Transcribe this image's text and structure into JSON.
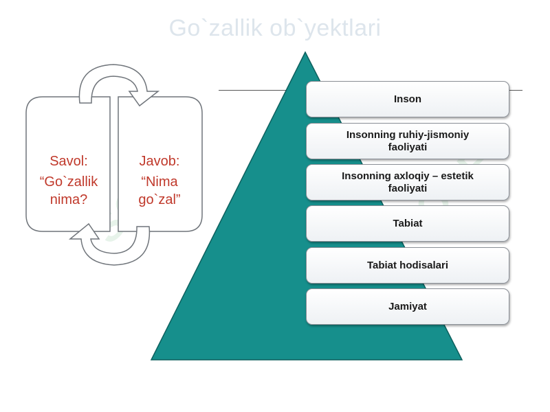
{
  "title": "Go`zallik ob`yektlari",
  "question": {
    "label": "Savol:",
    "lines": [
      "“Go`zallik",
      "nima?"
    ]
  },
  "answer": {
    "label": "Javob:",
    "lines": [
      "“Nima",
      "go`zal”"
    ]
  },
  "pyramid": {
    "fill": "#168f8c",
    "items": [
      {
        "lines": [
          "Inson"
        ]
      },
      {
        "lines": [
          "Insonning ruhiy-jismoniy",
          "faoliyati"
        ]
      },
      {
        "lines": [
          "Insonning axloqiy – estetik",
          "faoliyati"
        ]
      },
      {
        "lines": [
          "Tabiat"
        ]
      },
      {
        "lines": [
          "Tabiat hodisalari"
        ]
      },
      {
        "lines": [
          "Jamiyat"
        ]
      }
    ]
  },
  "colors": {
    "accent_text": "#c0392b",
    "title_text": "#dde5ec"
  },
  "watermark": "SOFF"
}
